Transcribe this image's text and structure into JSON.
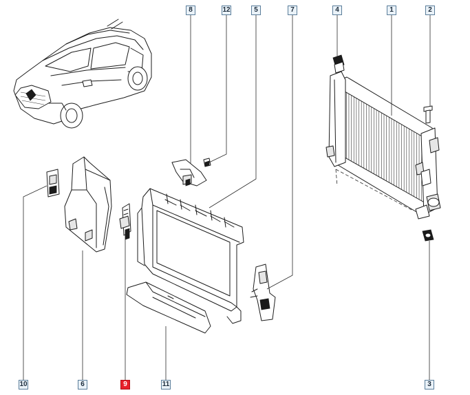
{
  "callouts": [
    {
      "id": "8",
      "label": "8",
      "highlight": false
    },
    {
      "id": "12",
      "label": "12",
      "highlight": false
    },
    {
      "id": "5",
      "label": "5",
      "highlight": false
    },
    {
      "id": "7",
      "label": "7",
      "highlight": false
    },
    {
      "id": "4",
      "label": "4",
      "highlight": false
    },
    {
      "id": "1",
      "label": "1",
      "highlight": false
    },
    {
      "id": "2",
      "label": "2",
      "highlight": false
    },
    {
      "id": "10",
      "label": "10",
      "highlight": false
    },
    {
      "id": "6",
      "label": "6",
      "highlight": false
    },
    {
      "id": "9",
      "label": "9",
      "highlight": true
    },
    {
      "id": "11",
      "label": "11",
      "highlight": false
    },
    {
      "id": "3",
      "label": "3",
      "highlight": false
    }
  ],
  "colors": {
    "callout_border": "#5a7d9a",
    "callout_fill": "#eaf2f8",
    "highlight_fill": "#e8202a",
    "line": "#1b1b1b"
  }
}
